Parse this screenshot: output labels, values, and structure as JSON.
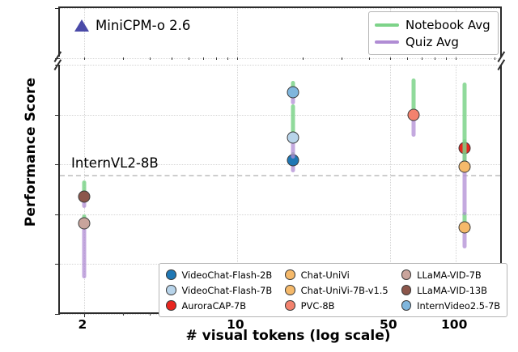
{
  "chart_data": {
    "type": "scatter",
    "title": "",
    "xlabel": "# visual tokens (log scale)",
    "ylabel": "Performance Score",
    "xscale": "log",
    "xlim": [
      1.55,
      165
    ],
    "xticks": [
      2,
      10,
      50,
      100
    ],
    "xticklabels": [
      "2",
      "10",
      "50",
      "100"
    ],
    "broken_yaxis": true,
    "ylim_lower": [
      10,
      35
    ],
    "ylim_upper": [
      44,
      46
    ],
    "yticks_lower": [
      10,
      15,
      20,
      25,
      30,
      35
    ],
    "yticks_upper": [
      44,
      46
    ],
    "grid": true,
    "legend_position": "lower-center",
    "reference_line": {
      "label": "InternVL2-8B",
      "value": 24.0,
      "style": "dashed",
      "color": "#cdcdcd"
    },
    "range_legend": [
      {
        "label": "Notebook Avg",
        "color": "#7dd389"
      },
      {
        "label": "Quiz Avg",
        "color": "#b08cd4"
      }
    ],
    "annotation": {
      "label": "MiniCPM-o 2.6",
      "marker": "triangle",
      "color": "#4a4aa8"
    },
    "series": [
      {
        "name": "VideoChat-Flash-2B",
        "color": "#1f77b4",
        "x": 18,
        "value": 25.4,
        "notebook_hi": 26.2,
        "quiz_lo": 24.2
      },
      {
        "name": "VideoChat-Flash-7B",
        "color": "#b8d4ea",
        "x": 18,
        "value": 27.7,
        "notebook_hi": 31.0,
        "quiz_lo": 25.6
      },
      {
        "name": "AuroraCAP-7B",
        "color": "#e8251f",
        "x": 110,
        "value": 26.6,
        "notebook_hi": 27.5,
        "quiz_lo": 24.6
      },
      {
        "name": "Chat-UniVi",
        "color": "#f5b96a",
        "x": 110,
        "value": 18.7,
        "notebook_hi": 20.2,
        "quiz_lo": 16.6
      },
      {
        "name": "Chat-UniVi-7B-v1.5",
        "color": "#f5b96a",
        "x": 110,
        "value": 24.8,
        "notebook_hi": 33.2,
        "quiz_lo": 19.9
      },
      {
        "name": "PVC-8B",
        "color": "#f3826e",
        "x": 64,
        "value": 30.0,
        "notebook_hi": 33.6,
        "quiz_lo": 27.8
      },
      {
        "name": "LLaMA-VID-7B",
        "color": "#c9a49c",
        "x": 2,
        "value": 19.1,
        "notebook_hi": 20.0,
        "quiz_lo": 13.6
      },
      {
        "name": "LLaMA-VID-13B",
        "color": "#8c564b",
        "x": 2,
        "value": 21.8,
        "notebook_hi": 23.4,
        "quiz_lo": 20.6
      },
      {
        "name": "InternVideo2.5-7B",
        "color": "#7fb6dd",
        "x": 18,
        "value": 32.2,
        "notebook_hi": 33.4,
        "quiz_lo": 31.0
      }
    ]
  },
  "legend_main": {
    "columns": [
      [
        {
          "label": "VideoChat-Flash-2B",
          "color": "#1f77b4"
        },
        {
          "label": "VideoChat-Flash-7B",
          "color": "#b8d4ea"
        },
        {
          "label": "AuroraCAP-7B",
          "color": "#e8251f"
        }
      ],
      [
        {
          "label": "Chat-UniVi",
          "color": "#f5b96a"
        },
        {
          "label": "Chat-UniVi-7B-v1.5",
          "color": "#f5b96a"
        },
        {
          "label": "PVC-8B",
          "color": "#f3826e"
        }
      ],
      [
        {
          "label": "LLaMA-VID-7B",
          "color": "#c9a49c"
        },
        {
          "label": "LLaMA-VID-13B",
          "color": "#8c564b"
        },
        {
          "label": "InternVideo2.5-7B",
          "color": "#7fb6dd"
        }
      ]
    ]
  }
}
